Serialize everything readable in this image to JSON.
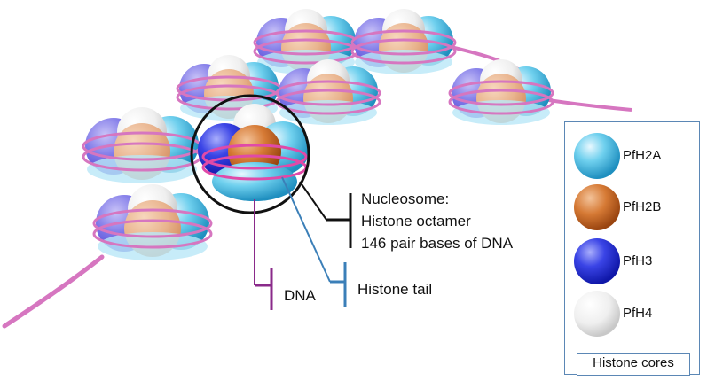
{
  "colors": {
    "PfH2A": "#3cb6de",
    "PfH2B": "#c8641e",
    "PfH2B_faded": "#e9b48e",
    "PfH3": "#2a35d6",
    "PfH4": "#ececec",
    "dna": "#d676c0",
    "bracket_nucleosome": "#111111",
    "bracket_dna": "#8a2a8a",
    "bracket_tail": "#3b7fb8",
    "legend_border": "#5b87b5"
  },
  "annotations": {
    "nucleosome_line1": "Nucleosome:",
    "nucleosome_line2": "Histone octamer",
    "nucleosome_line3": "146 pair bases of DNA",
    "dna": "DNA",
    "histone_tail": "Histone tail"
  },
  "legend": {
    "title": "Histone cores",
    "items": [
      {
        "label": "PfH2A",
        "icon": "light-blue-sphere-icon"
      },
      {
        "label": "PfH2B",
        "icon": "orange-sphere-icon"
      },
      {
        "label": "PfH3",
        "icon": "blue-sphere-icon"
      },
      {
        "label": "PfH4",
        "icon": "white-sphere-icon"
      }
    ]
  }
}
